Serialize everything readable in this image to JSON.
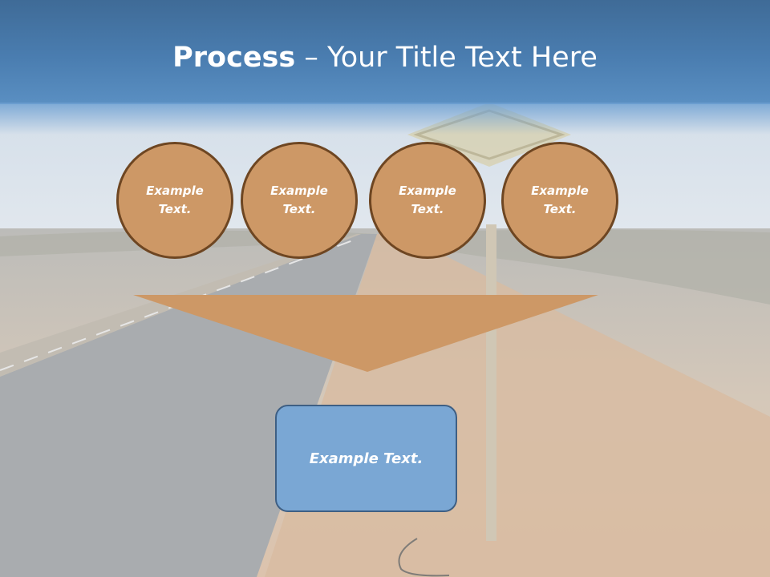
{
  "slide": {
    "title_bold": "Process",
    "title_rest": " – Your Title Text Here"
  },
  "process_circles": [
    {
      "label": "Example Text."
    },
    {
      "label": "Example Text."
    },
    {
      "label": "Example Text."
    },
    {
      "label": "Example Text."
    }
  ],
  "result_box": {
    "label": "Example Text."
  },
  "colors": {
    "circle_fill": "#cd9866",
    "circle_border": "#6e4622",
    "arrow_fill": "#cd9866",
    "box_fill": "#7aa7d4",
    "box_border": "#3e5f84",
    "title_bar": "#4a7db0"
  }
}
